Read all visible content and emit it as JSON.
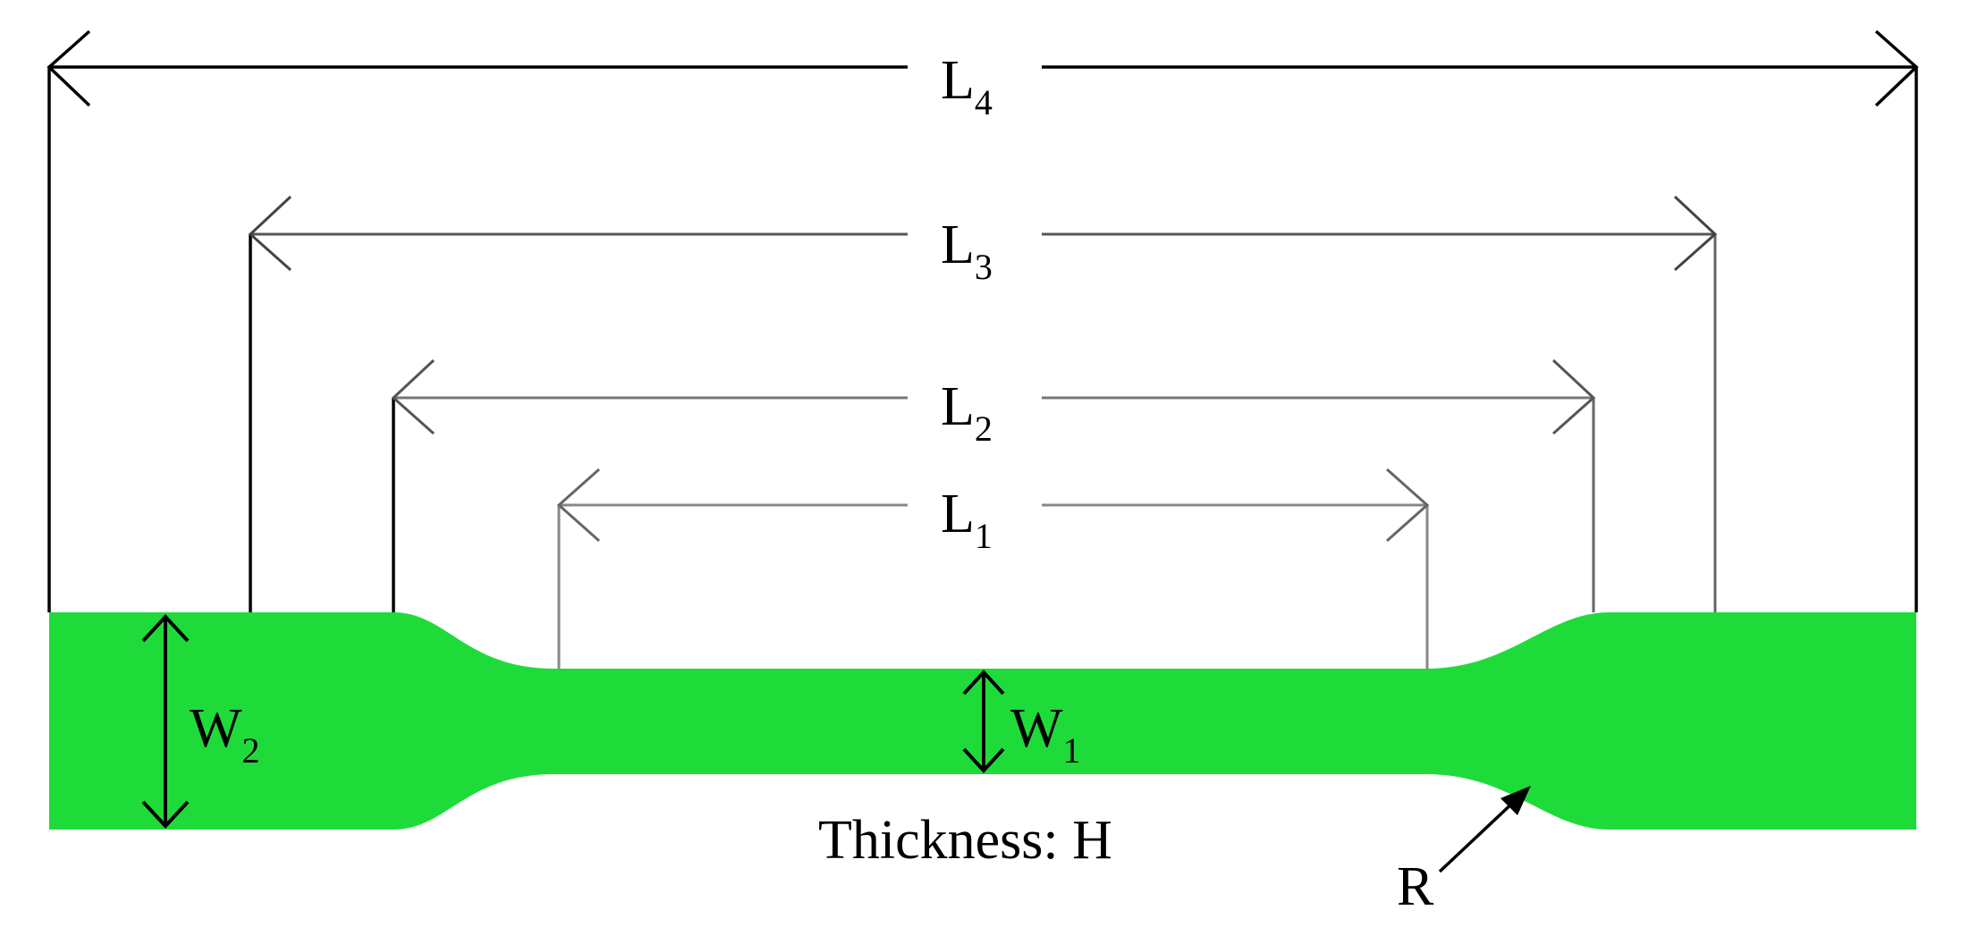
{
  "labels": {
    "l4_main": "L",
    "l4_sub": "4",
    "l3_main": "L",
    "l3_sub": "3",
    "l2_main": "L",
    "l2_sub": "2",
    "l1_main": "L",
    "l1_sub": "1",
    "w2_main": "W",
    "w2_sub": "2",
    "w1_main": "W",
    "w1_sub": "1",
    "thickness": "Thickness: H",
    "radius": "R"
  },
  "colors": {
    "specimen": "#1fdb3a",
    "outer_lines": "#000000",
    "inner_lines": "#808080",
    "background": "#ffffff"
  }
}
